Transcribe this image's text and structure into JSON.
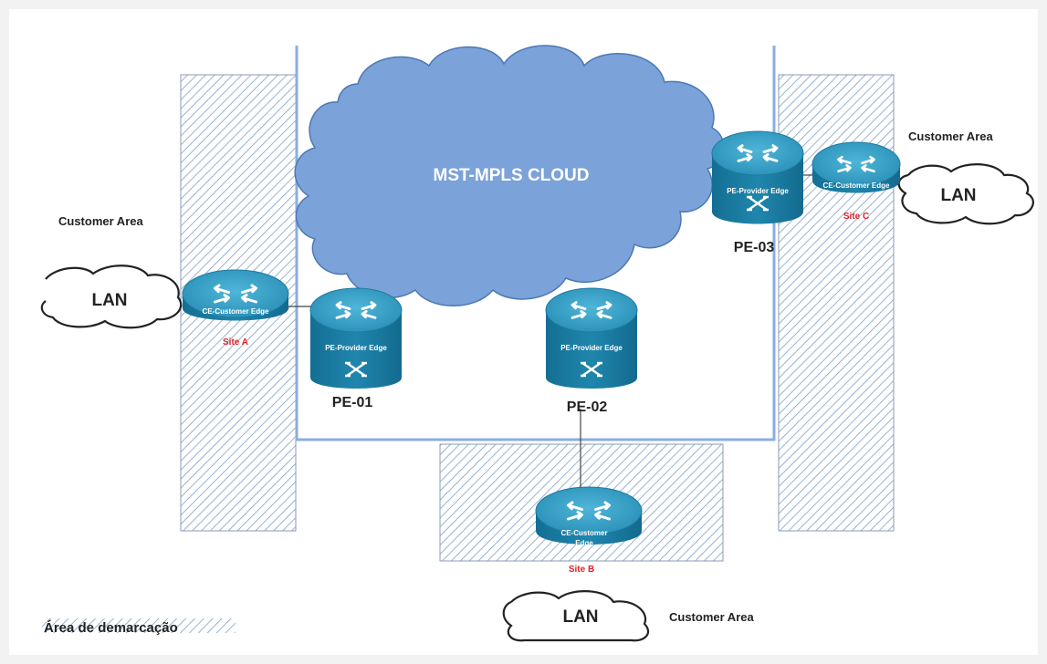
{
  "cloud": {
    "label": "MST-MPLS CLOUD"
  },
  "pe_routers": [
    {
      "name": "PE-01",
      "label": "PE-Provider Edge"
    },
    {
      "name": "PE-02",
      "label": "PE-Provider Edge"
    },
    {
      "name": "PE-03",
      "label": "PE-Provider Edge"
    }
  ],
  "ce_routers": [
    {
      "label": "CE-Customer Edge",
      "site": "Site A"
    },
    {
      "label_line1": "CE-Customer",
      "label_line2": "Edge",
      "site": "Site B"
    },
    {
      "label": "CE-Customer Edge",
      "site": "Site C"
    }
  ],
  "lan_clouds": [
    {
      "label": "LAN"
    },
    {
      "label": "LAN"
    },
    {
      "label": "LAN"
    }
  ],
  "customer_areas": [
    "Customer Area",
    "Customer Area",
    "Customer Area"
  ],
  "legend": {
    "label": "Área de demarcação"
  },
  "colors": {
    "cloud_fill": "#7ba2d9",
    "provider_border": "#8aaee0",
    "router_body": "#1f80a8",
    "router_top": "#3aa3c8",
    "site_label": "#e0242a",
    "hatch": "#7f9fc8"
  }
}
